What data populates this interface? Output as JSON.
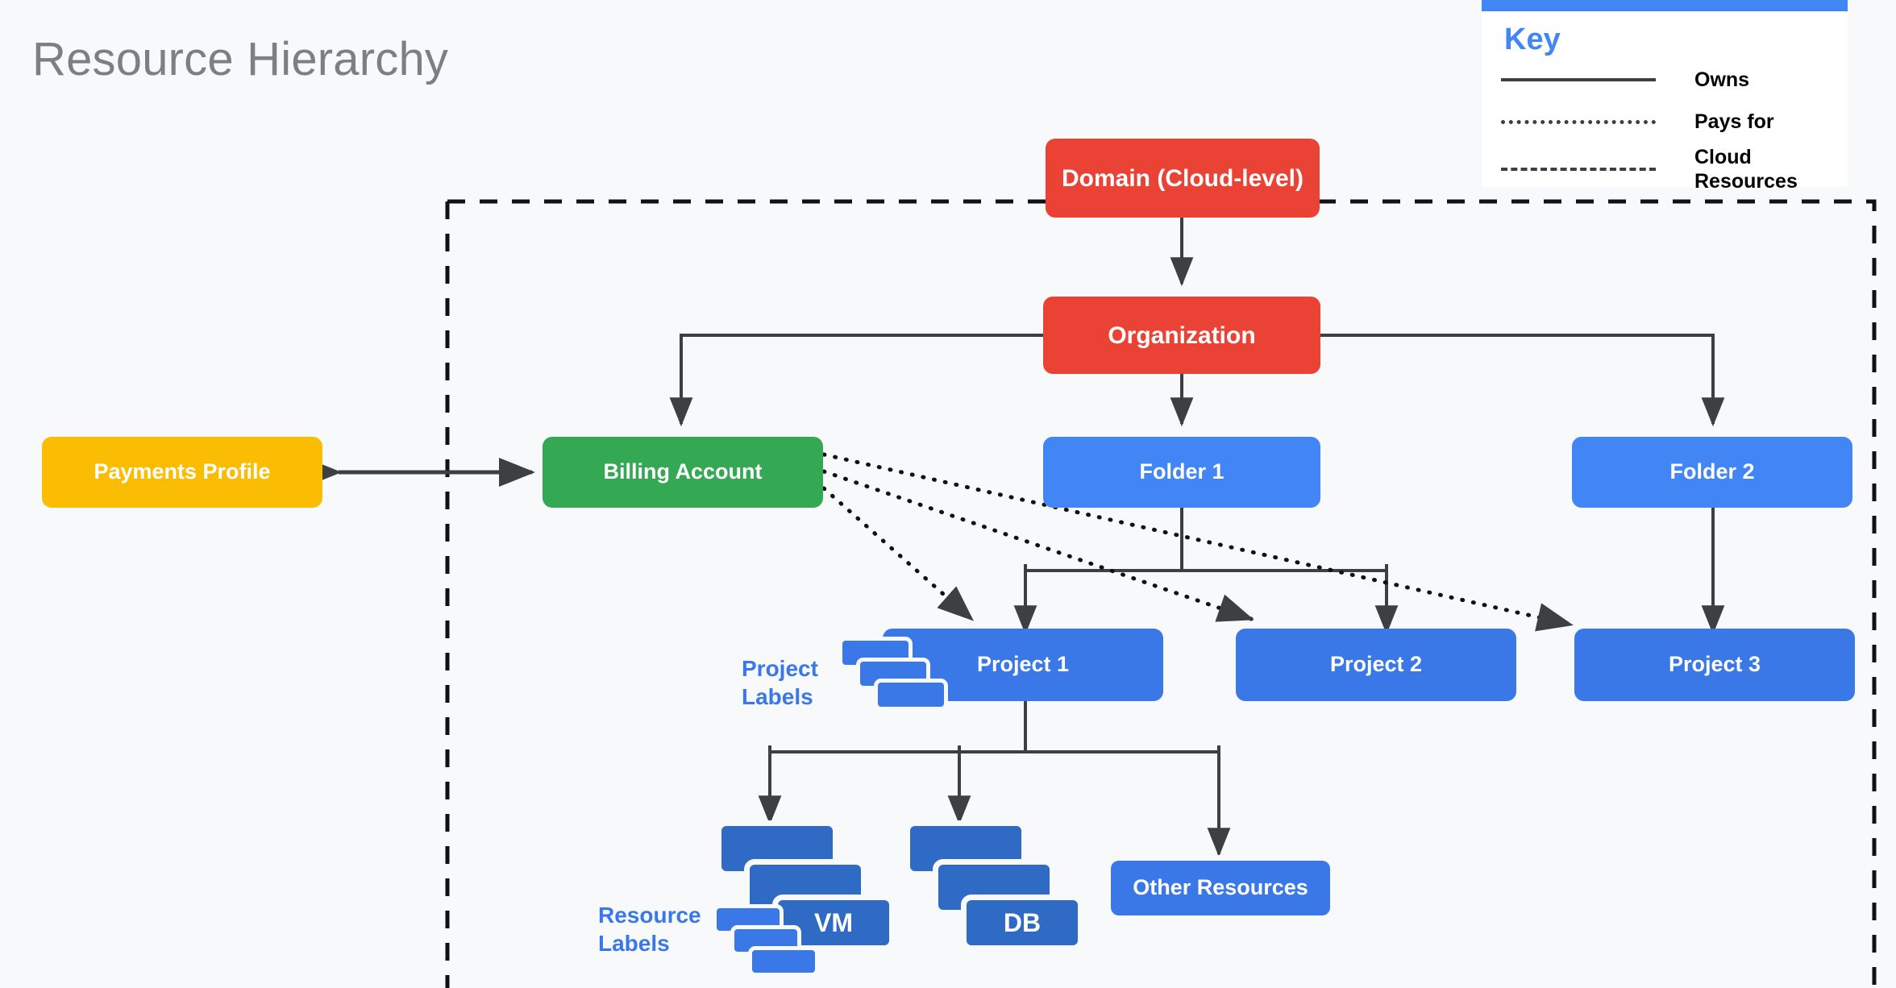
{
  "title": "Resource Hierarchy",
  "key": {
    "heading": "Key",
    "rows": [
      {
        "style": "solid",
        "label": "Owns"
      },
      {
        "style": "dotted",
        "label": "Pays for"
      },
      {
        "style": "dashed",
        "label": "Cloud\nResources"
      }
    ],
    "accent_color": "#4285F4"
  },
  "boundary": {
    "name": "cloud-resources-boundary",
    "style": "dashed"
  },
  "nodes": {
    "domain": {
      "label": "Domain (Cloud-level)",
      "color": "#EA4335"
    },
    "organization": {
      "label": "Organization",
      "color": "#EA4335"
    },
    "payments_profile": {
      "label": "Payments Profile",
      "color": "#FBBC04"
    },
    "billing_account": {
      "label": "Billing Account",
      "color": "#34A853"
    },
    "folder1": {
      "label": "Folder 1",
      "color": "#4285F4"
    },
    "folder2": {
      "label": "Folder 2",
      "color": "#4285F4"
    },
    "project1": {
      "label": "Project 1",
      "color": "#3B78E7"
    },
    "project2": {
      "label": "Project 2",
      "color": "#3B78E7"
    },
    "project3": {
      "label": "Project 3",
      "color": "#3B78E7"
    },
    "vm": {
      "label": "VM",
      "color": "#2F6BC4"
    },
    "db": {
      "label": "DB",
      "color": "#2F6BC4"
    },
    "other_resources": {
      "label": "Other Resources",
      "color": "#3B78E7"
    }
  },
  "annotations": {
    "project_labels": "Project\nLabels",
    "resource_labels": "Resource\nLabels",
    "label_color": "#3B78E7"
  },
  "edges": [
    {
      "from": "domain",
      "to": "organization",
      "type": "owns",
      "bidirectional": true
    },
    {
      "from": "organization",
      "to": "billing_account",
      "type": "owns"
    },
    {
      "from": "organization",
      "to": "folder1",
      "type": "owns"
    },
    {
      "from": "organization",
      "to": "folder2",
      "type": "owns"
    },
    {
      "from": "payments_profile",
      "to": "billing_account",
      "type": "owns",
      "bidirectional": true
    },
    {
      "from": "folder1",
      "to": "project1",
      "type": "owns"
    },
    {
      "from": "folder1",
      "to": "project2",
      "type": "owns"
    },
    {
      "from": "folder2",
      "to": "project3",
      "type": "owns"
    },
    {
      "from": "billing_account",
      "to": "project1",
      "type": "pays-for"
    },
    {
      "from": "billing_account",
      "to": "project2",
      "type": "pays-for"
    },
    {
      "from": "billing_account",
      "to": "project3",
      "type": "pays-for"
    },
    {
      "from": "project1",
      "to": "vm",
      "type": "owns"
    },
    {
      "from": "project1",
      "to": "db",
      "type": "owns"
    },
    {
      "from": "project1",
      "to": "other_resources",
      "type": "owns"
    }
  ]
}
